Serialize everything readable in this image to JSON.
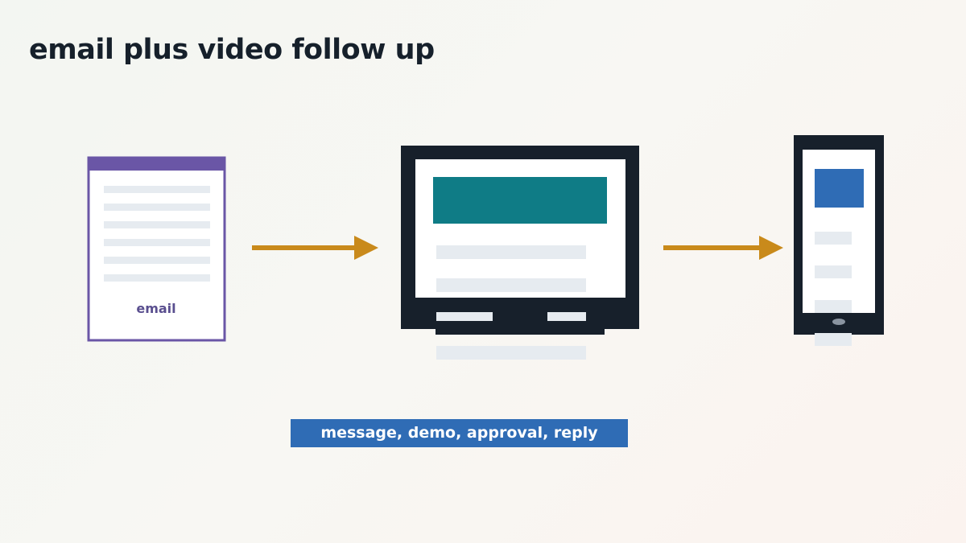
{
  "title": "email plus video follow up",
  "email_label": "email",
  "caption": "message, demo, approval, reply",
  "icons": {
    "email": "email-document-icon",
    "monitor": "monitor-icon",
    "phone": "smartphone-icon",
    "arrow": "arrow-right-icon"
  },
  "colors": {
    "title_text": "#16202b",
    "email_frame": "#6a56a6",
    "email_label": "#5a4f8f",
    "arrow": "#c98a1b",
    "device_frame": "#17202b",
    "monitor_banner": "#0f7c86",
    "phone_block": "#2f6cb5",
    "placeholder_line": "#e6ebf0",
    "caption_bg": "#2f6cb5",
    "caption_text": "#ffffff"
  }
}
